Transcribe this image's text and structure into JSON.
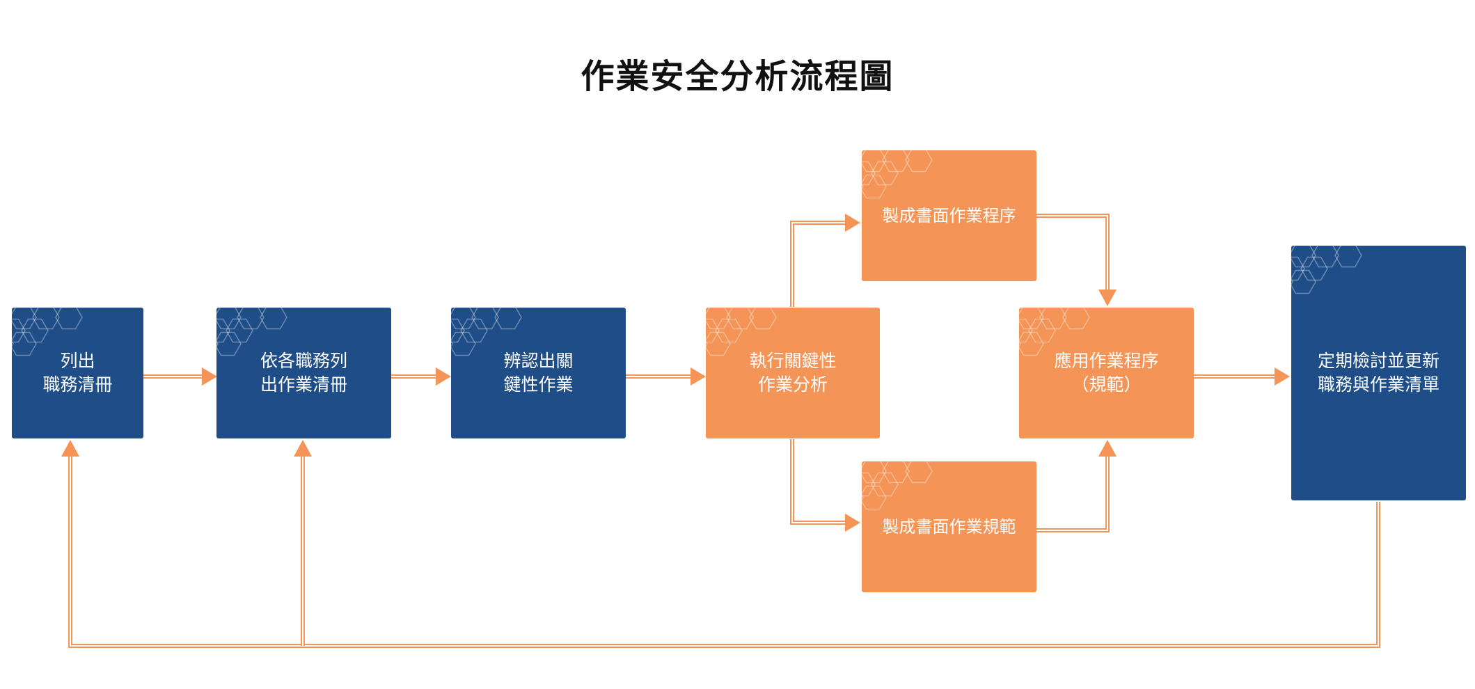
{
  "title": "作業安全分析流程圖",
  "colors": {
    "blue": "#1e4d87",
    "orange": "#f49456",
    "arrow": "#f49456"
  },
  "nodes": [
    {
      "id": "n1",
      "label": "列出\n職務清冊",
      "color": "blue"
    },
    {
      "id": "n2",
      "label": "依各職務列\n出作業清冊",
      "color": "blue"
    },
    {
      "id": "n3",
      "label": "辨認出關\n鍵性作業",
      "color": "blue"
    },
    {
      "id": "n4",
      "label": "執行關鍵性\n作業分析",
      "color": "orange"
    },
    {
      "id": "n5",
      "label": "製成書面作業程序",
      "color": "orange"
    },
    {
      "id": "n6",
      "label": "製成書面作業規範",
      "color": "orange"
    },
    {
      "id": "n7",
      "label": "應用作業程序\n（規範）",
      "color": "orange"
    },
    {
      "id": "n8",
      "label": "定期檢討並更新\n職務與作業清單",
      "color": "blue"
    }
  ]
}
